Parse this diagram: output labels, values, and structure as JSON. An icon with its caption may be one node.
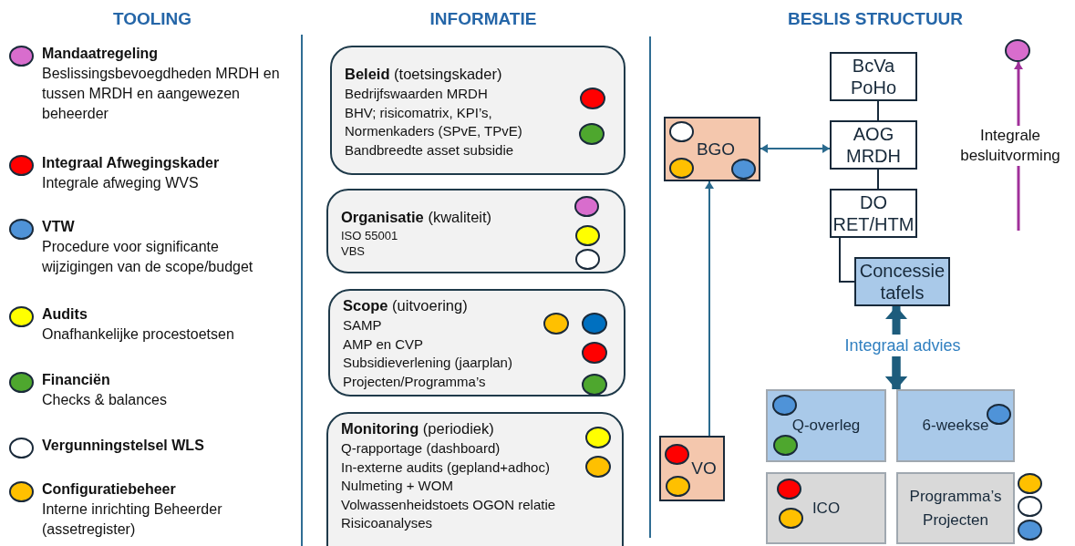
{
  "diagram": {
    "nodes": [
      {
        "text": [
          "**Beleid** (toetsingskader)",
          "Bedrijfswaarden MRDH",
          "BHV; risicomatrix, KPI’s,",
          "Normenkaders (SPvE, TPvE)",
          "Bandbreedte asset subsidie"
        ]
      },
      {
        "text": [],
        "shape": "circle",
        "in": 0
      },
      {
        "text": [],
        "shape": "circle",
        "in": 0
      },
      {
        "text": [
          "**Organisatie** (kwaliteit)",
          "ISO 55001",
          "VBS"
        ]
      },
      {
        "text": [],
        "shape": "circle",
        "in": 3
      },
      {
        "text": [],
        "shape": "circle",
        "in": 3
      },
      {
        "text": [],
        "shape": "circle",
        "in": 3
      },
      {
        "text": [
          "**Scope** (uitvoering)",
          "SAMP",
          "AMP en CVP",
          "Subsidieverlening (jaarplan)",
          "Projecten/Programma’s"
        ]
      },
      {
        "text": [],
        "shape": "circle",
        "in": 7
      },
      {
        "text": [],
        "shape": "circle",
        "in": 7
      },
      {
        "text": [],
        "shape": "circle",
        "in": 7
      },
      {
        "text": [],
        "shape": "circle",
        "in": 7
      },
      {
        "text": [
          "**Monitoring** (periodiek)",
          "Q-rapportage (dashboard)",
          "In-externe audits (gepland+adhoc)",
          "Nulmeting + WOM",
          "Volwassenheidstoets OGON relatie",
          "Risicoanalyses"
        ]
      },
      {
        "text": [],
        "shape": "circle",
        "in": 12
      },
      {
        "text": [],
        "shape": "circle",
        "in": 12
      },
      {
        "text": [
          "BcVa",
          "PoHo"
        ]
      },
      {
        "text": [],
        "shape": "circle"
      },
      {
        "text": [
          "BGO"
        ]
      },
      {
        "text": [],
        "shape": "circle",
        "in": 17
      },
      {
        "text": [],
        "shape": "circle",
        "in": 17
      },
      {
        "text": [],
        "shape": "circle",
        "in": 17
      },
      {
        "text": [
          "AOG",
          "MRDH"
        ]
      },
      {
        "text": [
          "DO",
          "RET/HTM"
        ]
      },
      {
        "text": [
          "Concessie tafels"
        ]
      },
      {
        "text": [
          "Integraal advies"
        ]
      },
      {
        "text": [
          "Q-overleg"
        ]
      },
      {
        "text": [],
        "shape": "circle",
        "in": 25
      },
      {
        "text": [],
        "shape": "circle",
        "in": 25
      },
      {
        "text": [
          "6-weekse"
        ]
      },
      {
        "text": [],
        "shape": "circle",
        "in": 28
      },
      {
        "text": [
          "VO"
        ]
      },
      {
        "text": [],
        "shape": "circle",
        "in": 30
      },
      {
        "text": [],
        "shape": "circle",
        "in": 30
      },
      {
        "text": [
          "ICO"
        ]
      },
      {
        "text": [],
        "shape": "circle",
        "in": 33
      },
      {
        "text": [],
        "shape": "circle",
        "in": 33
      },
      {
        "text": [
          "Programma’s",
          "Projecten"
        ]
      },
      {
        "text": [],
        "shape": "circle"
      },
      {
        "text": [],
        "shape": "circle"
      },
      {
        "text": [],
        "shape": "circle"
      }
    ],
    "edges": [
      {
        "from": 17,
        "to": 21,
        "arrow": "both",
        "color": "#2a6a8e"
      },
      {
        "from": 30,
        "to": 17,
        "arrow": "to",
        "color": "#2a6a8e"
      },
      {
        "from": 15,
        "to": 21,
        "arrow": "none"
      },
      {
        "from": 21,
        "to": 22,
        "arrow": "none"
      },
      {
        "from": 22,
        "to": 23,
        "arrow": "none"
      },
      {
        "from": 24,
        "to": 23,
        "arrow": "to",
        "style": "thick",
        "color": "#1d5c7c"
      },
      {
        "from": 24,
        "to": 25,
        "arrow": "to",
        "style": "thick",
        "color": "#1d5c7c"
      },
      {
        "from": 24,
        "to": 28,
        "arrow": "to",
        "style": "thick",
        "color": "#1d5c7c"
      },
      {
        "from": null,
        "to": 16,
        "arrow": "to",
        "label": "Integrale besluitvorming",
        "color": "#a0309a"
      }
    ],
    "labels": [
      "TOOLING",
      "INFORMATIE",
      "BESLIS STRUCTUUR"
    ],
    "legend": [
      {
        "text": "**Mandaatregeling** Beslissingsbevoegdheden MRDH en tussen MRDH en aangewezen beheerder",
        "color": "#d86dcd"
      },
      {
        "text": "**Integraal Afwegingskader** Integrale afweging WVS",
        "color": "#ff0000"
      },
      {
        "text": "**VTW** Procedure voor significante wijzigingen van de scope/budget",
        "color": "#4f93d8"
      },
      {
        "text": "**Audits** Onafhankelijke procestoetsen",
        "color": "#ffff00"
      },
      {
        "text": "**Financiën** Checks & balances",
        "color": "#4ea72e"
      },
      {
        "text": "Vergunningstelsel WLS",
        "color": "#ffffff"
      },
      {
        "text": "**Configuratiebeheer** Interne inrichting Beheerder (assetregister)",
        "color": "#ffc000"
      }
    ]
  }
}
